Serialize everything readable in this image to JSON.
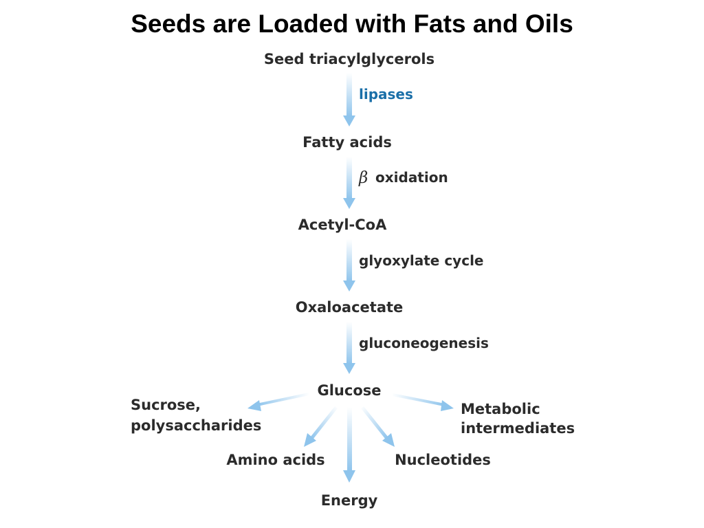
{
  "title": "Seeds are Loaded with Fats and Oils",
  "colors": {
    "arrow_light": "#ffffff",
    "arrow_dark": "#8ec4ec",
    "highlight_label": "#1a6fa8",
    "text": "#2b2b2b"
  },
  "nodes": {
    "triacylglycerols": "Seed triacylglycerols",
    "fatty_acids": "Fatty acids",
    "acetyl_coa": "Acetyl-CoA",
    "oxaloacetate": "Oxaloacetate",
    "glucose": "Glucose",
    "sucrose_line1": "Sucrose,",
    "sucrose_line2": "polysaccharides",
    "metabolic_line1": "Metabolic",
    "metabolic_line2": "intermediates",
    "amino_acids": "Amino acids",
    "nucleotides": "Nucleotides",
    "energy": "Energy"
  },
  "steps": {
    "lipases": "lipases",
    "beta_symbol": "β",
    "beta_oxidation": "oxidation",
    "glyoxylate": "glyoxylate cycle",
    "gluconeogenesis": "gluconeogenesis"
  }
}
